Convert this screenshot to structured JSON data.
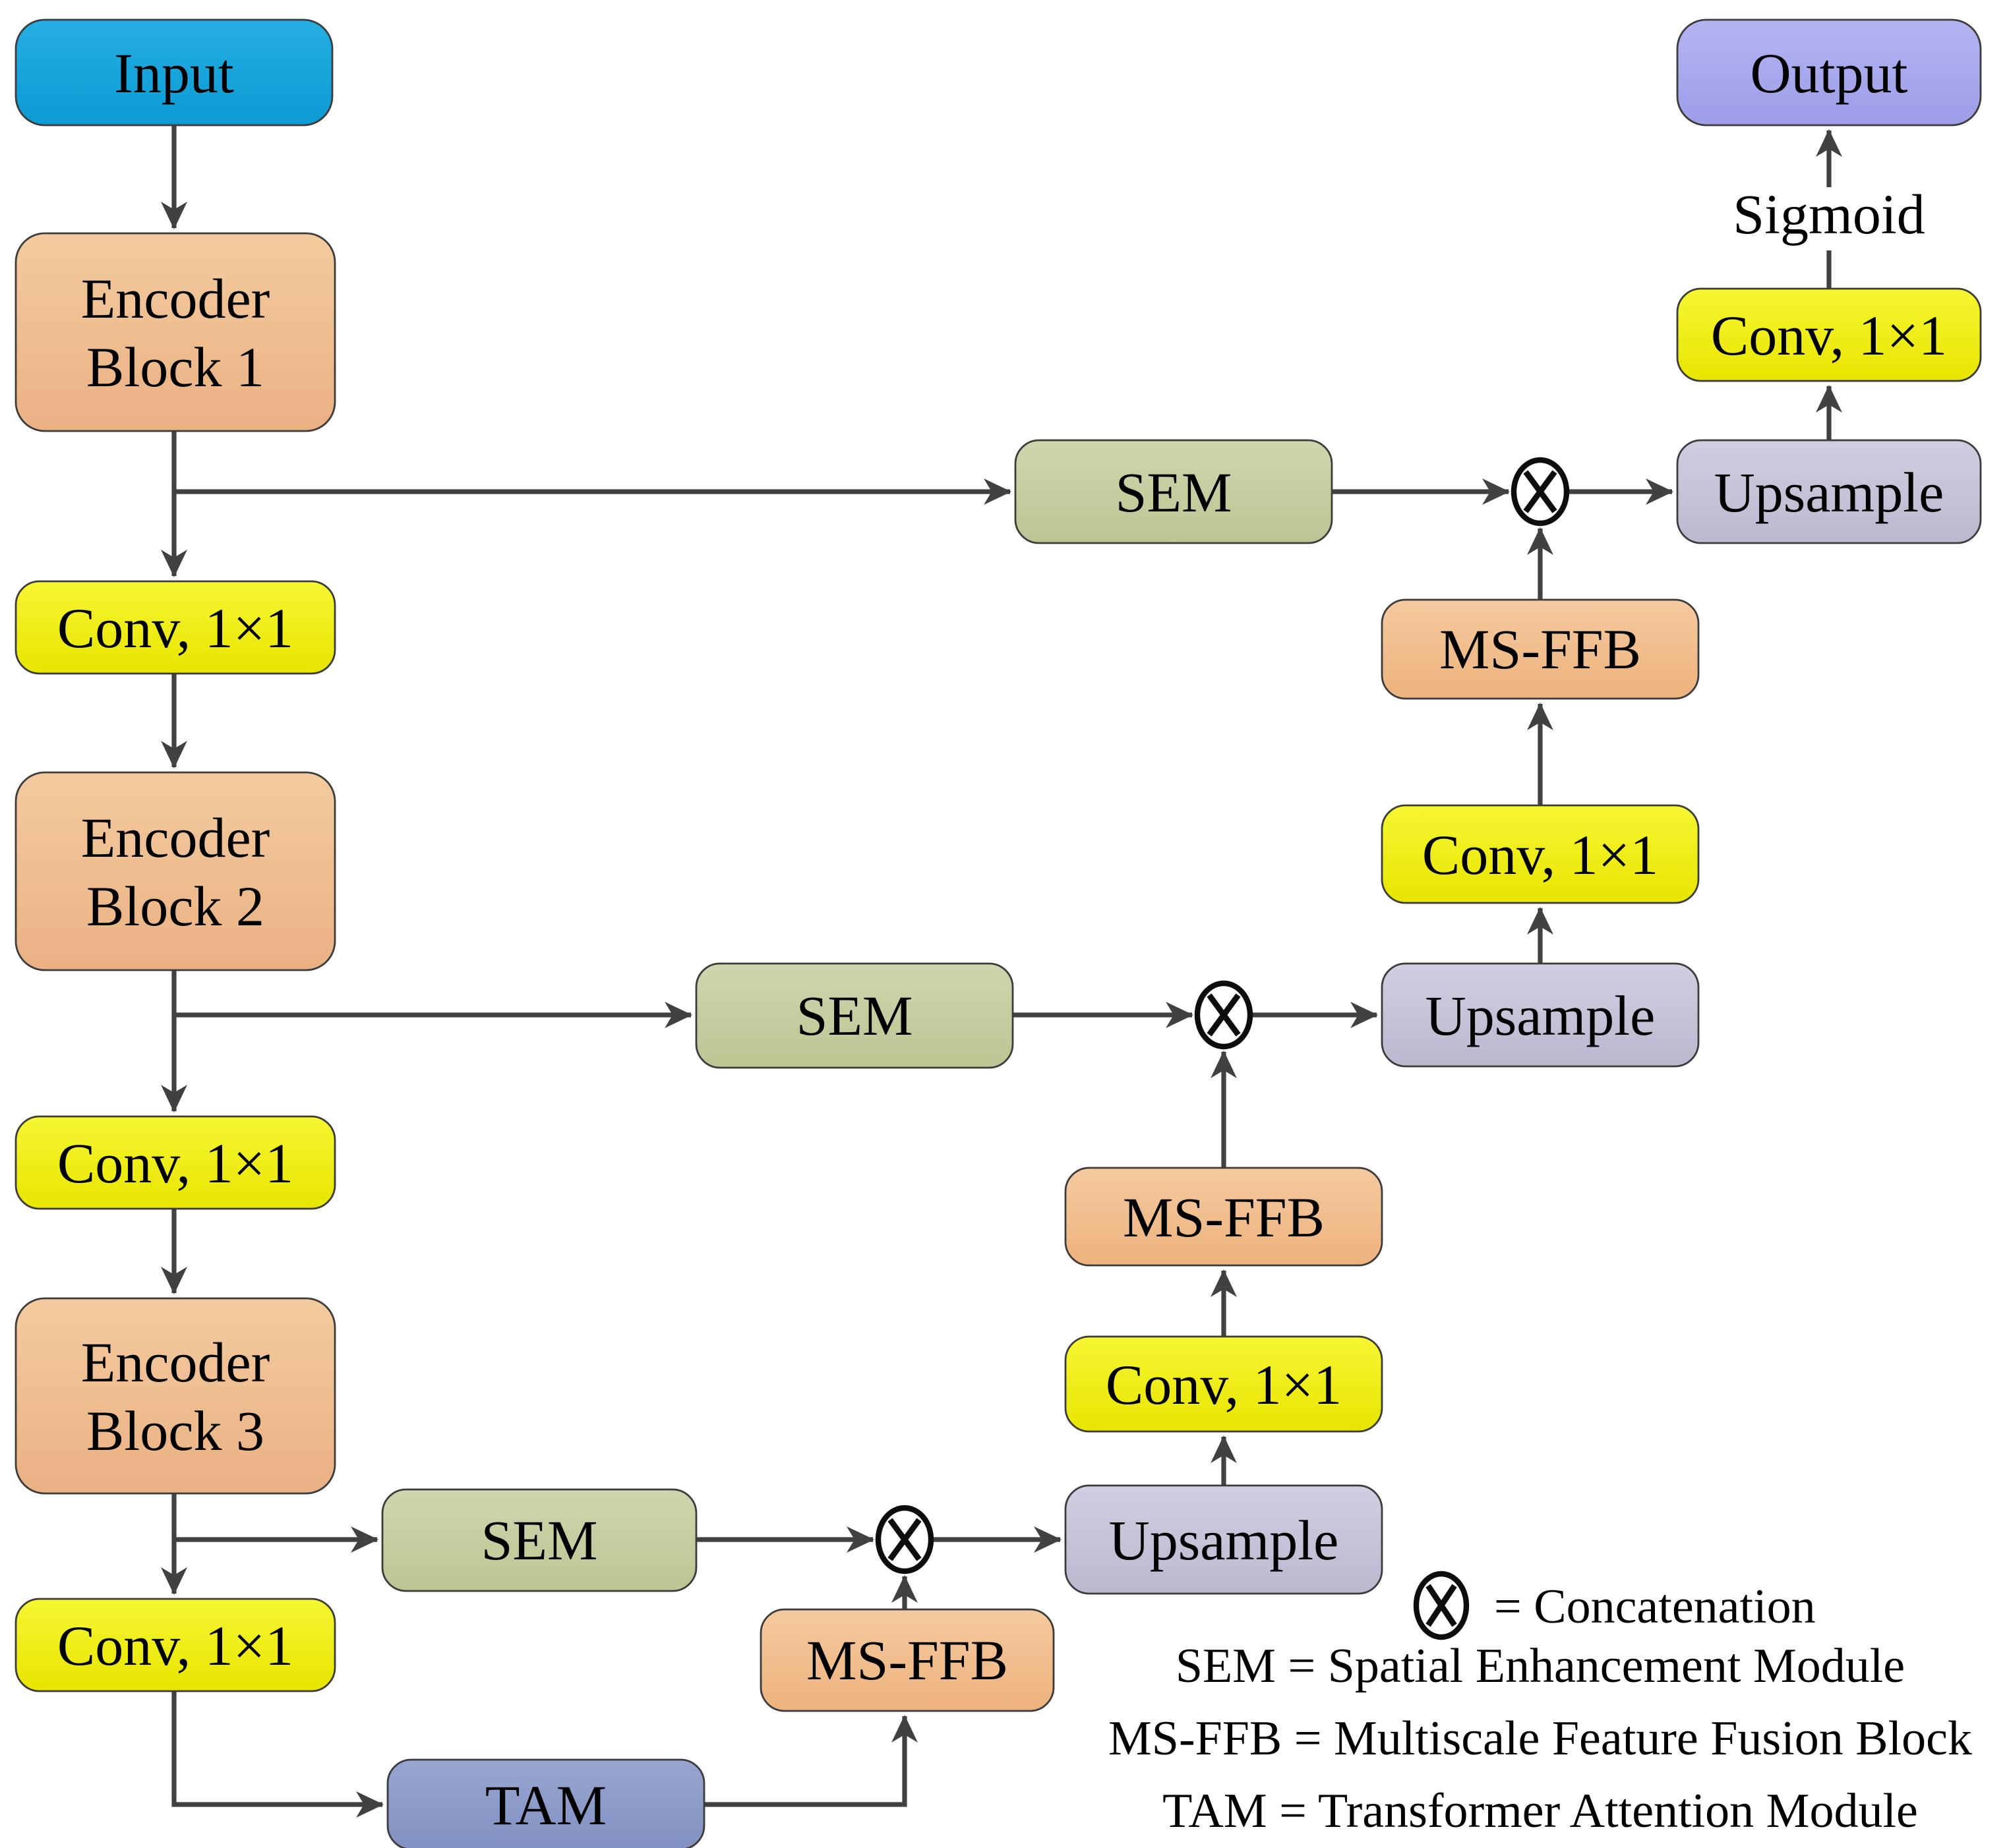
{
  "palette": {
    "input_top": "#25aee2",
    "input_bottom": "#0c9bd4",
    "encoder_top": "#f3cb9f",
    "encoder_bottom": "#eab183",
    "conv_top": "#f6f633",
    "conv_bottom": "#e8e500",
    "sem_top": "#cfd6ae",
    "sem_bottom": "#bbc592",
    "tam_top": "#97a5d0",
    "tam_bottom": "#8191c1",
    "upsample_top": "#d2cee1",
    "upsample_bottom": "#bcb7cf",
    "msffb_top": "#f5caa0",
    "msffb_bottom": "#edb27c",
    "output_top": "#b4b4f2",
    "output_bottom": "#9d9de9",
    "arrow": "#414141",
    "block_border": "#3c3c3c",
    "concat_symbol": "#0d0d0d",
    "text": "#000000",
    "background": "#ffffff"
  },
  "nodes": {
    "input": {
      "label": "Input"
    },
    "encoder1": {
      "line1": "Encoder",
      "line2": "Block 1"
    },
    "conv_a": {
      "label": "Conv, 1×1"
    },
    "encoder2": {
      "line1": "Encoder",
      "line2": "Block 2"
    },
    "conv_b": {
      "label": "Conv, 1×1"
    },
    "encoder3": {
      "line1": "Encoder",
      "line2": "Block 3"
    },
    "conv_c": {
      "label": "Conv, 1×1"
    },
    "sem1": {
      "label": "SEM"
    },
    "sem2": {
      "label": "SEM"
    },
    "sem3": {
      "label": "SEM"
    },
    "tam": {
      "label": "TAM"
    },
    "msffb_bottom": {
      "label": "MS-FFB"
    },
    "msffb_middle": {
      "label": "MS-FFB"
    },
    "msffb_top": {
      "label": "MS-FFB"
    },
    "upsample_bottom": {
      "label": "Upsample"
    },
    "upsample_middle": {
      "label": "Upsample"
    },
    "upsample_top": {
      "label": "Upsample"
    },
    "conv_bottom": {
      "label": "Conv, 1×1"
    },
    "conv_middle": {
      "label": "Conv, 1×1"
    },
    "conv_top": {
      "label": "Conv, 1×1"
    },
    "output": {
      "label": "Output"
    },
    "sigmoid": {
      "label": "Sigmoid"
    }
  },
  "legend": {
    "concat": "= Concatenation",
    "sem": "SEM = Spatial Enhancement Module",
    "msffb": "MS-FFB = Multiscale Feature Fusion Block",
    "tam": "TAM = Transformer Attention Module"
  }
}
